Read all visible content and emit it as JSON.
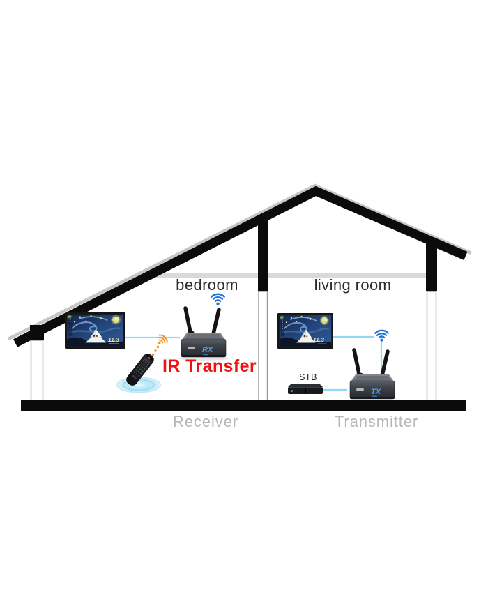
{
  "scene": {
    "bedroom": {
      "room_label": "bedroom",
      "floor_label": "Receiver",
      "ir_annotation": "IR Transfer",
      "tv_badge": "11.3",
      "device_display": "RX"
    },
    "living_room": {
      "room_label": "living room",
      "floor_label": "Transmitter",
      "stb_label": "STB",
      "tv_badge": "11.3",
      "device_display": "TX"
    }
  },
  "icons": {
    "wifi": "wifi-icon",
    "ir_signal": "ir-signal-icon"
  },
  "colors": {
    "link_line": "#8ed9f3",
    "wifi_blue": "#1b74dc",
    "ir_orange": "#f59222",
    "ir_text_red": "#ee1111",
    "room_label_text": "#2c2c2c",
    "floor_label_text": "#b7b7b7",
    "structure_black": "#0b0b0b",
    "structure_gray": "#c6c6c6",
    "ceiling_gray": "#d9d9d9",
    "device_display_blue": "#4aa3f7"
  }
}
